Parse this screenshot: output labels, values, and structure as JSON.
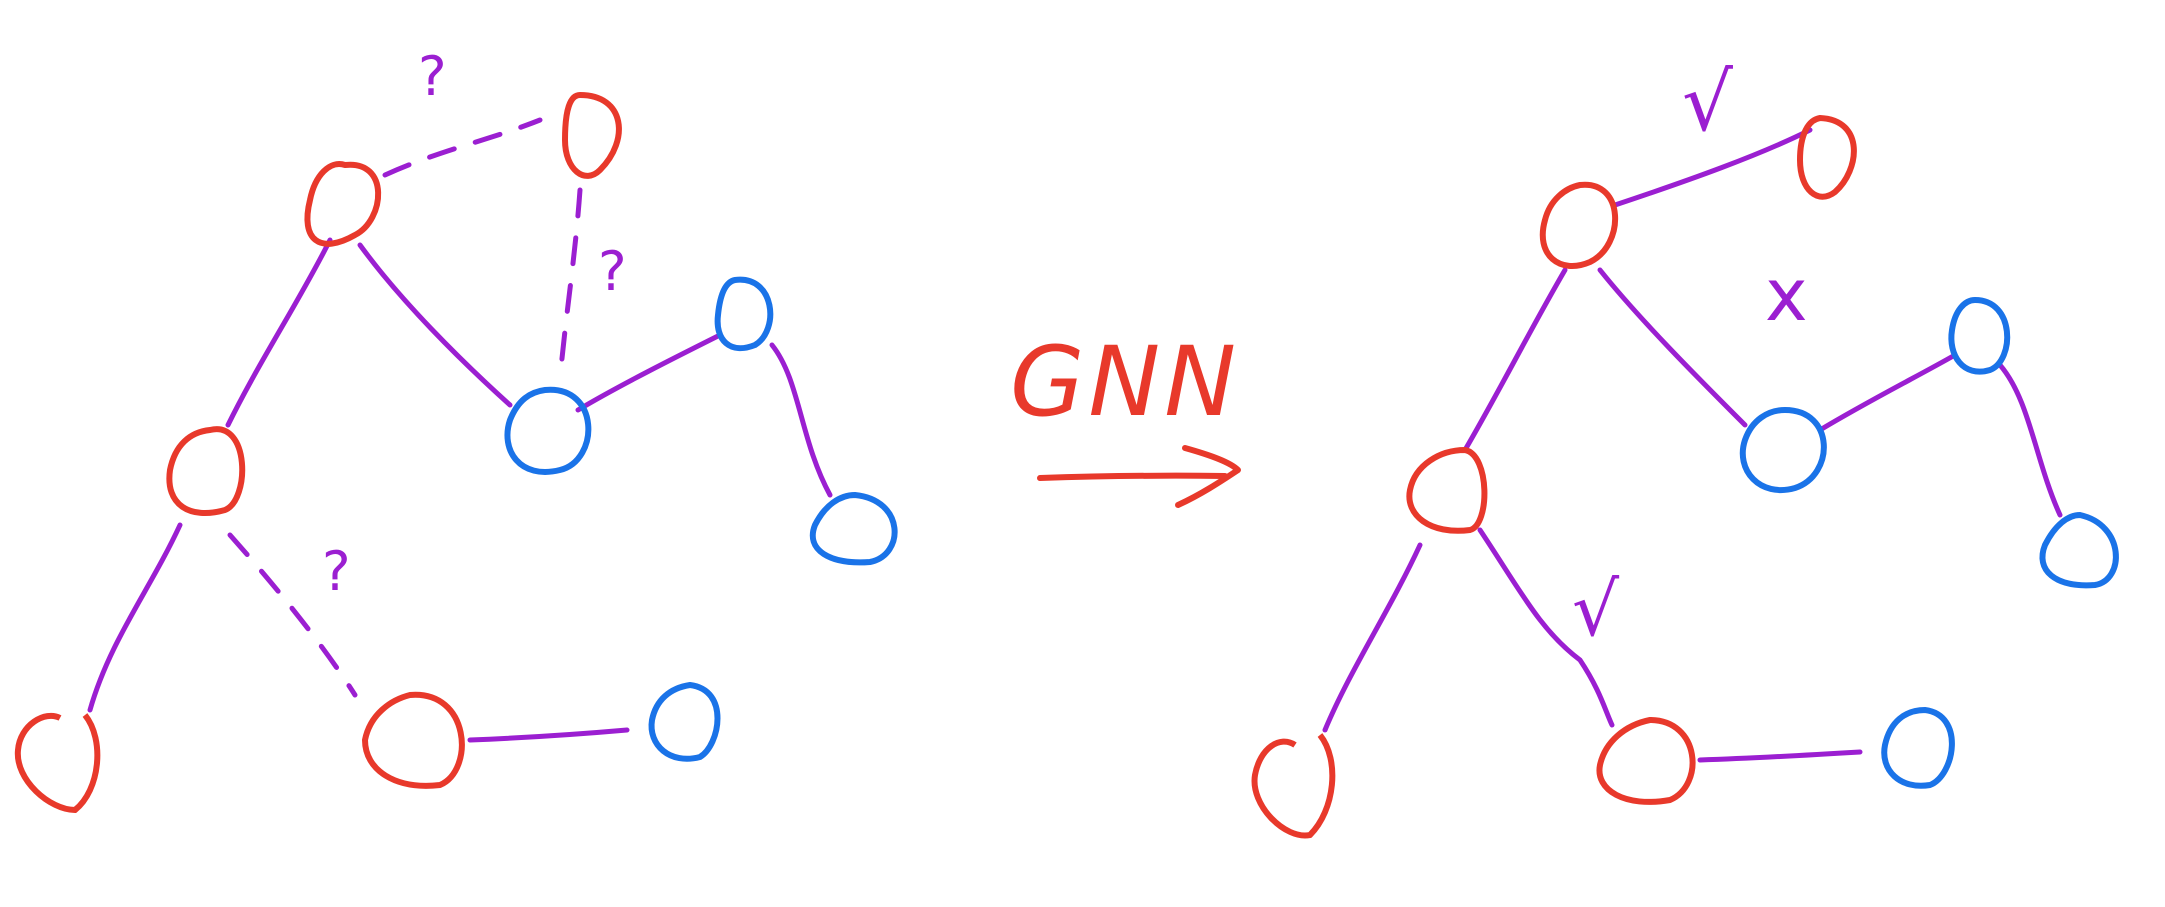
{
  "colors": {
    "red": "#e8392b",
    "blue": "#1a73e8",
    "purple": "#9b1fd1",
    "background": "#ffffff"
  },
  "arrow": {
    "label": "GNN"
  },
  "input_graph": {
    "uncertain_mark": "?",
    "nodes": [
      {
        "id": "L1",
        "color": "red"
      },
      {
        "id": "L2",
        "color": "red"
      },
      {
        "id": "L3",
        "color": "red"
      },
      {
        "id": "L4",
        "color": "red"
      },
      {
        "id": "L5",
        "color": "red"
      },
      {
        "id": "L6",
        "color": "blue"
      },
      {
        "id": "L7",
        "color": "blue"
      },
      {
        "id": "L8",
        "color": "blue"
      },
      {
        "id": "L9",
        "color": "blue"
      }
    ],
    "known_edges": [
      [
        "L1",
        "L2"
      ],
      [
        "L1",
        "L6"
      ],
      [
        "L2",
        "L3"
      ],
      [
        "L6",
        "L7"
      ],
      [
        "L7",
        "L8"
      ],
      [
        "L4",
        "L9"
      ]
    ],
    "candidate_edges": [
      [
        "L1",
        "L5"
      ],
      [
        "L5",
        "L6"
      ],
      [
        "L2",
        "L4"
      ]
    ]
  },
  "output_graph": {
    "accept_mark": "√",
    "reject_mark": "x",
    "nodes": [
      {
        "id": "R1",
        "color": "red"
      },
      {
        "id": "R2",
        "color": "red"
      },
      {
        "id": "R3",
        "color": "red"
      },
      {
        "id": "R4",
        "color": "red"
      },
      {
        "id": "R5",
        "color": "red"
      },
      {
        "id": "R6",
        "color": "blue"
      },
      {
        "id": "R7",
        "color": "blue"
      },
      {
        "id": "R8",
        "color": "blue"
      },
      {
        "id": "R9",
        "color": "blue"
      }
    ],
    "edges": [
      [
        "R1",
        "R2"
      ],
      [
        "R1",
        "R6"
      ],
      [
        "R2",
        "R3"
      ],
      [
        "R6",
        "R7"
      ],
      [
        "R7",
        "R8"
      ],
      [
        "R4",
        "R9"
      ],
      [
        "R1",
        "R5"
      ],
      [
        "R2",
        "R4"
      ]
    ],
    "decisions": [
      {
        "edge": [
          "R1",
          "R5"
        ],
        "result": "accepted"
      },
      {
        "edge": [
          "R5",
          "R6"
        ],
        "result": "rejected"
      },
      {
        "edge": [
          "R2",
          "R4"
        ],
        "result": "accepted"
      }
    ]
  }
}
